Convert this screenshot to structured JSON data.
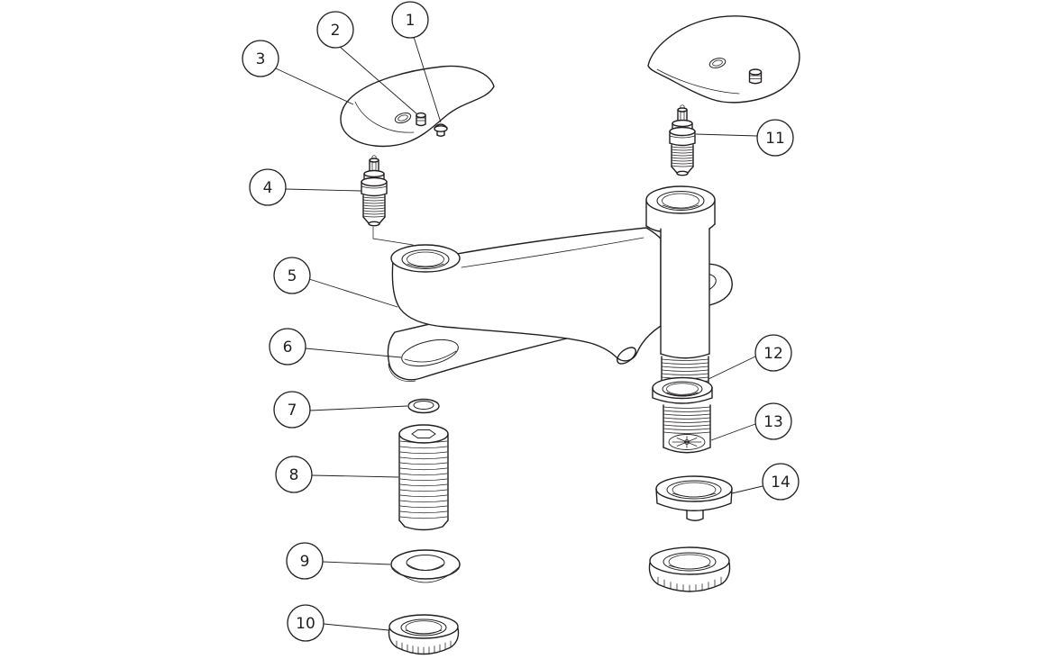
{
  "diagram": {
    "callouts": [
      {
        "label": "1"
      },
      {
        "label": "2"
      },
      {
        "label": "3"
      },
      {
        "label": "4"
      },
      {
        "label": "5"
      },
      {
        "label": "6"
      },
      {
        "label": "7"
      },
      {
        "label": "8"
      },
      {
        "label": "9"
      },
      {
        "label": "10"
      },
      {
        "label": "11"
      },
      {
        "label": "12"
      },
      {
        "label": "13"
      },
      {
        "label": "14"
      }
    ]
  },
  "colors": {
    "line": "#231f20",
    "background": "#ffffff"
  }
}
